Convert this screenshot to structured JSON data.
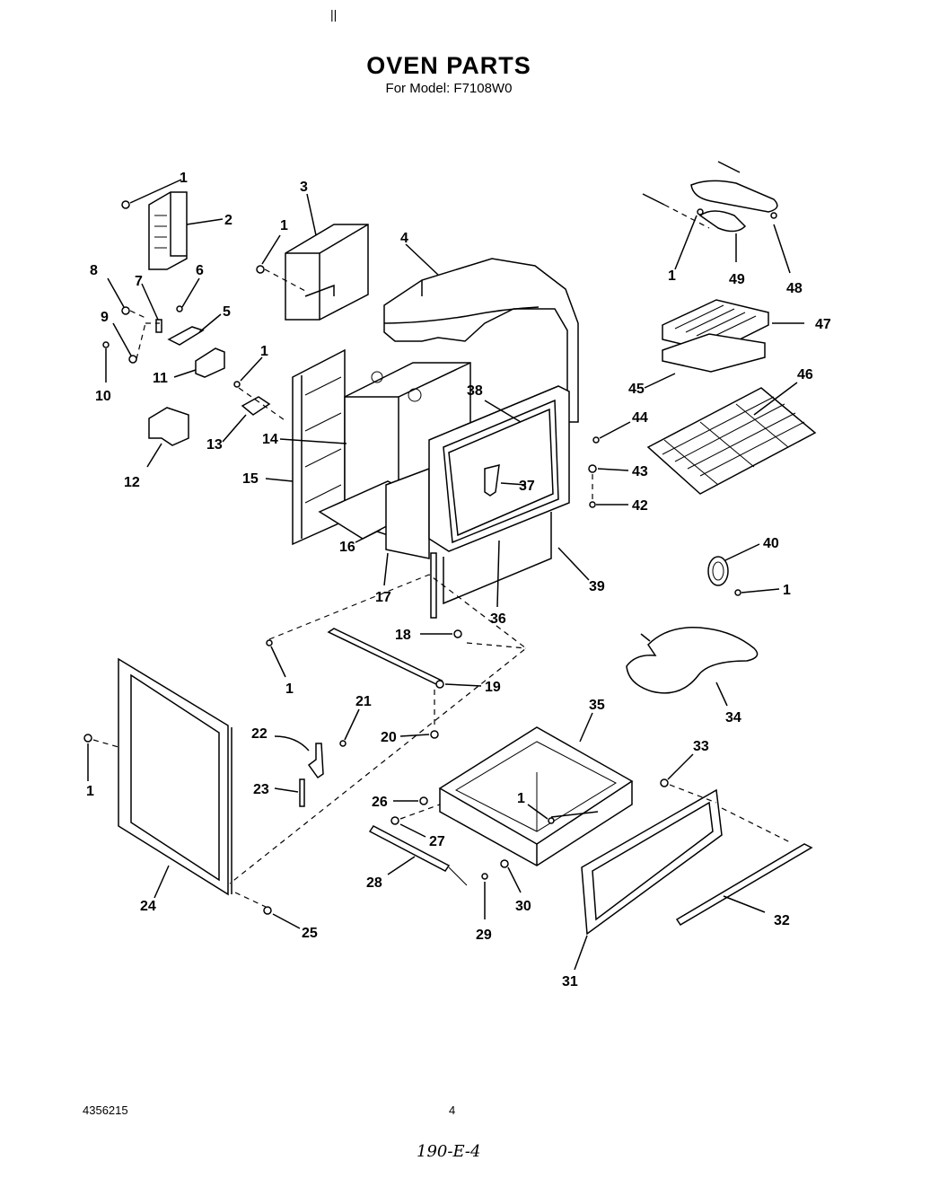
{
  "header": {
    "tick": "||",
    "title": "OVEN PARTS",
    "subtitle": "For Model: F7108W0"
  },
  "footer": {
    "doc_number": "4356215",
    "page_number": "4",
    "handwritten": "190-E-4"
  },
  "callouts": {
    "c1a": "1",
    "c2": "2",
    "c3": "3",
    "c1b": "1",
    "c4": "4",
    "c8": "8",
    "c7": "7",
    "c6": "6",
    "c5": "5",
    "c9": "9",
    "c11": "11",
    "c10": "10",
    "c1c": "1",
    "c13": "13",
    "c12": "12",
    "c14": "14",
    "c15": "15",
    "c16": "16",
    "c17": "17",
    "c38": "38",
    "c37": "37",
    "c36": "36",
    "c39": "39",
    "c1d": "1",
    "c49": "49",
    "c48": "48",
    "c47": "47",
    "c45": "45",
    "c46": "46",
    "c44": "44",
    "c43": "43",
    "c42": "42",
    "c40": "40",
    "c1e": "1",
    "c18": "18",
    "c19": "19",
    "c1f": "1",
    "c20": "20",
    "c21": "21",
    "c22": "22",
    "c23": "23",
    "c1g": "1",
    "c24": "24",
    "c25": "25",
    "c34": "34",
    "c35": "35",
    "c33": "33",
    "c26": "26",
    "c1h": "1",
    "c27": "27",
    "c28": "28",
    "c29": "29",
    "c30": "30",
    "c31": "31",
    "c32": "32"
  }
}
